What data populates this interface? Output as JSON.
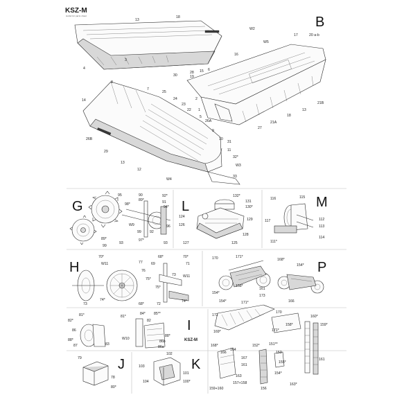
{
  "brand": {
    "logo": "KSZ-M",
    "tagline": "model kit parts sheet"
  },
  "panels": {
    "B": "B",
    "G": "G",
    "L": "L",
    "M": "M",
    "H": "H",
    "P": "P",
    "I": "I",
    "J": "J",
    "K": "K"
  },
  "labels": {
    "b": [
      "13",
      "18",
      "W2",
      "17",
      "20 a-b",
      "W5",
      "16",
      "4",
      "6",
      "28",
      "15",
      "30",
      "19",
      "14",
      "8",
      "7",
      "25",
      "24",
      "23",
      "22",
      "5",
      "21B",
      "13",
      "18",
      "21A",
      "27",
      "26B",
      "29",
      "13",
      "12",
      "9",
      "10",
      "31",
      "11",
      "32*",
      "W3",
      "33",
      "W4",
      "26A",
      "1",
      "2",
      "3"
    ],
    "g": [
      "95",
      "90",
      "92*",
      "91",
      "98*",
      "89*",
      "94*",
      "W9",
      "99",
      "96",
      "92",
      "89*",
      "97*",
      "99",
      "93",
      "93"
    ],
    "l": [
      "132*",
      "131",
      "130*",
      "124",
      "129",
      "126",
      "127",
      "128",
      "125"
    ],
    "m": [
      "116",
      "115",
      "112",
      "117",
      "113",
      "111*",
      "114"
    ],
    "h": [
      "70*",
      "W11",
      "77",
      "76",
      "75*",
      "73",
      "74*",
      "68*",
      "69",
      "W11",
      "70*",
      "71",
      "75*",
      "73",
      "74*",
      "72",
      "68*"
    ],
    "p": [
      "170",
      "171*",
      "158*",
      "154*",
      "161",
      "173",
      "168*",
      "154*",
      "166",
      "154*",
      "171*",
      "169*",
      "172",
      "170",
      "171*",
      "158*",
      "160*",
      "159*"
    ],
    "i": [
      "82*",
      "81*",
      "86",
      "88*",
      "87",
      "83",
      "81*",
      "84*",
      "W10",
      "85**",
      "88*",
      "86b",
      "86a",
      "82"
    ],
    "j": [
      "79",
      "78",
      "80*"
    ],
    "k": [
      "102",
      "103",
      "101",
      "104",
      "100*"
    ],
    "p2": [
      "168*",
      "166",
      "164",
      "167",
      "161",
      "163",
      "157+158",
      "159+160",
      "152*",
      "151**",
      "153",
      "155*",
      "154*",
      "156",
      "161",
      "163*"
    ]
  }
}
